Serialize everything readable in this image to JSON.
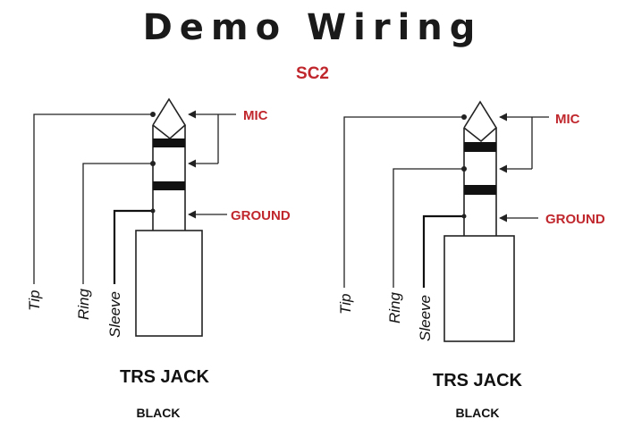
{
  "title": "Demo Wiring",
  "subtitle": "SC2",
  "jacks": [
    {
      "labels": {
        "mic": "MIC",
        "ground": "GROUND",
        "tip": "Tip",
        "ring": "Ring",
        "sleeve": "Sleeve",
        "jack": "TRS JACK",
        "color": "BLACK"
      }
    },
    {
      "labels": {
        "mic": "MIC",
        "ground": "GROUND",
        "tip": "Tip",
        "ring": "Ring",
        "sleeve": "Sleeve",
        "jack": "TRS JACK",
        "color": "BLACK"
      }
    }
  ],
  "colors": {
    "accent": "#c0272d",
    "line": "#222222"
  }
}
